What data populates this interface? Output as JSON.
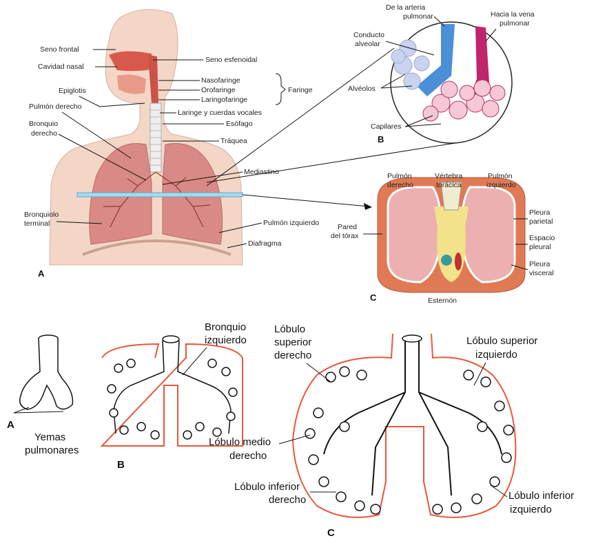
{
  "top_figure": {
    "panel_a": {
      "letter": "A",
      "labels": {
        "seno_frontal": "Seno frontal",
        "cavidad_nasal": "Cavidad nasal",
        "seno_esfenoidal": "Seno esfenoidal",
        "nasofaringe": "Nasofaringe",
        "orofaringe": "Orofaringe",
        "laringofaringe": "Laringofaringe",
        "faringe": "Faringe",
        "epiglotis": "Epiglotis",
        "pulmon_derecho": "Pulmón derecho",
        "laringe": "Laringe y cuerdas vocales",
        "bronquio_derecho_1": "Bronquio",
        "bronquio_derecho_2": "derecho",
        "esofago": "Esófago",
        "traquea": "Tráquea",
        "mediastino": "Mediastino",
        "bronquiolo_1": "Bronquiolo",
        "bronquiolo_2": "terminal",
        "pulmon_izquierdo": "Pulmón izquierdo",
        "diafragma": "Diafragma"
      }
    },
    "panel_b": {
      "letter": "B",
      "labels": {
        "arteria_1": "De la arteria",
        "arteria_2": "pulmonar",
        "vena_1": "Hacia la vena",
        "vena_2": "pulmonar",
        "conducto_1": "Conducto",
        "conducto_2": "alveolar",
        "alveolos": "Alvéolos",
        "capilares": "Capilares"
      }
    },
    "panel_c": {
      "letter": "C",
      "labels": {
        "pulmon_derecho_1": "Pulmón",
        "pulmon_derecho_2": "derecho",
        "vertebra_1": "Vértebra",
        "vertebra_2": "torácica",
        "pulmon_izq_1": "Pulmón",
        "pulmon_izq_2": "izquierdo",
        "pared_1": "Pared",
        "pared_2": "del tórax",
        "pleura_parietal_1": "Pleura",
        "pleura_parietal_2": "parietal",
        "espacio_1": "Espacio",
        "espacio_2": "pleural",
        "pleura_visceral_1": "Pleura",
        "pleura_visceral_2": "visceral",
        "esternon": "Esternón"
      }
    }
  },
  "bottom_figure": {
    "panel_a": {
      "letter": "A",
      "yemas_1": "Yemas",
      "yemas_2": "pulmonares"
    },
    "panel_b": {
      "letter": "B",
      "bronquio_1": "Bronquio",
      "bronquio_2": "izquierdo"
    },
    "panel_c": {
      "letter": "C",
      "sup_der_1": "Lóbulo",
      "sup_der_2": "superior",
      "sup_der_3": "derecho",
      "sup_izq_1": "Lóbulo superior",
      "sup_izq_2": "izquierdo",
      "medio_1": "Lóbulo medio",
      "medio_2": "derecho",
      "inf_der_1": "Lóbulo inferior",
      "inf_der_2": "derecho",
      "inf_izq_1": "Lóbulo inferior",
      "inf_izq_2": "izquierdo"
    }
  },
  "colors": {
    "skin": "#f3d6c6",
    "lung": "#d98a86",
    "airway_red": "#c94a3e",
    "pleura_orange": "#e8573a",
    "thorax_wall": "#e07a55",
    "artery_blue": "#4a8fd8",
    "vein_magenta": "#c0246a"
  }
}
